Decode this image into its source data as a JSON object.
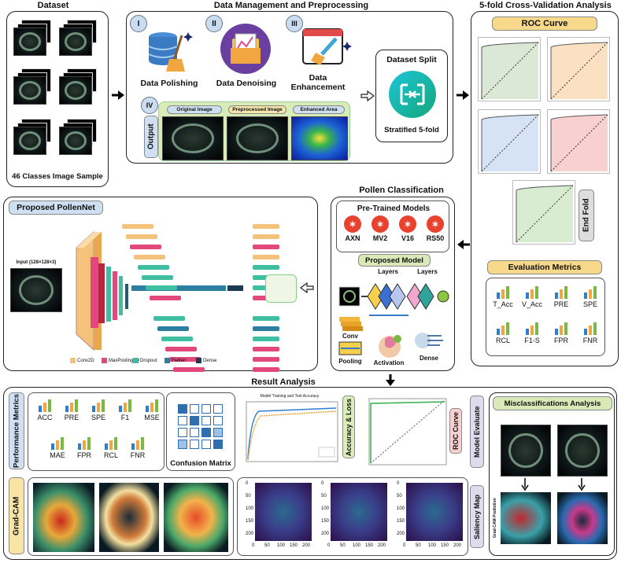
{
  "sections": {
    "dataset": "Dataset",
    "data_management": "Data Management and Preprocessing",
    "cross_validation": "5-fold Cross-Validation Analysis",
    "pollen_classification": "Pollen Classification",
    "result_analysis": "Result Analysis"
  },
  "dataset": {
    "caption": "46 Classes Image Sample"
  },
  "preprocessing": {
    "steps": [
      {
        "roman": "I",
        "label": "Data Polishing"
      },
      {
        "roman": "II",
        "label": "Data Denoising"
      },
      {
        "roman": "III",
        "label": "Data Enhancement"
      },
      {
        "roman": "IV",
        "label": "Output"
      }
    ],
    "output_labels": [
      "Original Image",
      "Preprocessed Image",
      "Enhanced Area"
    ],
    "split_title": "Dataset Split",
    "split_caption": "Stratified 5-fold"
  },
  "cv": {
    "roc_title": "ROC Curve",
    "end_fold": "End Fold",
    "metrics_title": "Evaluation Metrics",
    "metrics": [
      "T_Acc",
      "V_Acc",
      "PRE",
      "SPE",
      "RCL",
      "F1-S",
      "FPR",
      "FNR"
    ],
    "roc_colors": [
      "#dbe8d6",
      "#fbe0c2",
      "#d6e2f5",
      "#f8d0cf",
      "#d7ecd0"
    ]
  },
  "pollennet": {
    "title": "Proposed PollenNet",
    "input": "Input (128×128×3)",
    "legend": [
      "Conv2D",
      "MaxPooling2D",
      "Dropout",
      "Flatten",
      "Dense"
    ]
  },
  "classification": {
    "pretrained_title": "Pre-Trained Models",
    "models": [
      "AXN",
      "MV2",
      "V16",
      "RS50"
    ],
    "proposed_title": "Proposed Model",
    "layers_a": "Layers",
    "layers_b": "Layers",
    "components": [
      "Conv",
      "Pooling",
      "Activation",
      "Dense"
    ]
  },
  "results": {
    "performance_title": "Performance Metrics",
    "performance": [
      "ACC",
      "PRE",
      "SPE",
      "F1",
      "MSE",
      "MAE",
      "FPR",
      "RCL",
      "FNR"
    ],
    "confusion": "Confusion Matrix",
    "accuracy_loss": "Accuracy & Loss",
    "acc_chart_title": "Model Training and Test Accuracy",
    "roc_curve": "ROC Curve",
    "model_evaluate": "Model Evaluate",
    "gradcam": "Grad-CAM",
    "saliency": "Saliency Map",
    "saliency_ticks_x": [
      "0",
      "50",
      "100",
      "150",
      "200"
    ],
    "saliency_ticks_y": [
      "0",
      "50",
      "100",
      "150",
      "200"
    ],
    "misclass_title": "Misclassifications Analysis",
    "gradcam_prediction": "Grad-CAM Prediction"
  }
}
